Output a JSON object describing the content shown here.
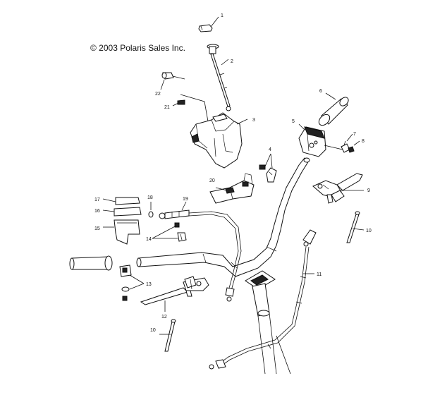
{
  "copyright": "© 2003 Polaris Sales Inc.",
  "callouts": [
    {
      "id": "c1",
      "label": "1"
    },
    {
      "id": "c2",
      "label": "2"
    },
    {
      "id": "c3",
      "label": "3"
    },
    {
      "id": "c4",
      "label": "4"
    },
    {
      "id": "c5",
      "label": "5"
    },
    {
      "id": "c6",
      "label": "6"
    },
    {
      "id": "c7",
      "label": "7"
    },
    {
      "id": "c8",
      "label": "8"
    },
    {
      "id": "c9",
      "label": "9"
    },
    {
      "id": "c10a",
      "label": "10"
    },
    {
      "id": "c10b",
      "label": "10"
    },
    {
      "id": "c11",
      "label": "11"
    },
    {
      "id": "c12",
      "label": "12"
    },
    {
      "id": "c13",
      "label": "13"
    },
    {
      "id": "c14",
      "label": "14"
    },
    {
      "id": "c15",
      "label": "15"
    },
    {
      "id": "c16",
      "label": "16"
    },
    {
      "id": "c17",
      "label": "17"
    },
    {
      "id": "c18",
      "label": "18"
    },
    {
      "id": "c19",
      "label": "19"
    },
    {
      "id": "c20",
      "label": "20"
    },
    {
      "id": "c21",
      "label": "21"
    },
    {
      "id": "c22",
      "label": "22"
    }
  ]
}
